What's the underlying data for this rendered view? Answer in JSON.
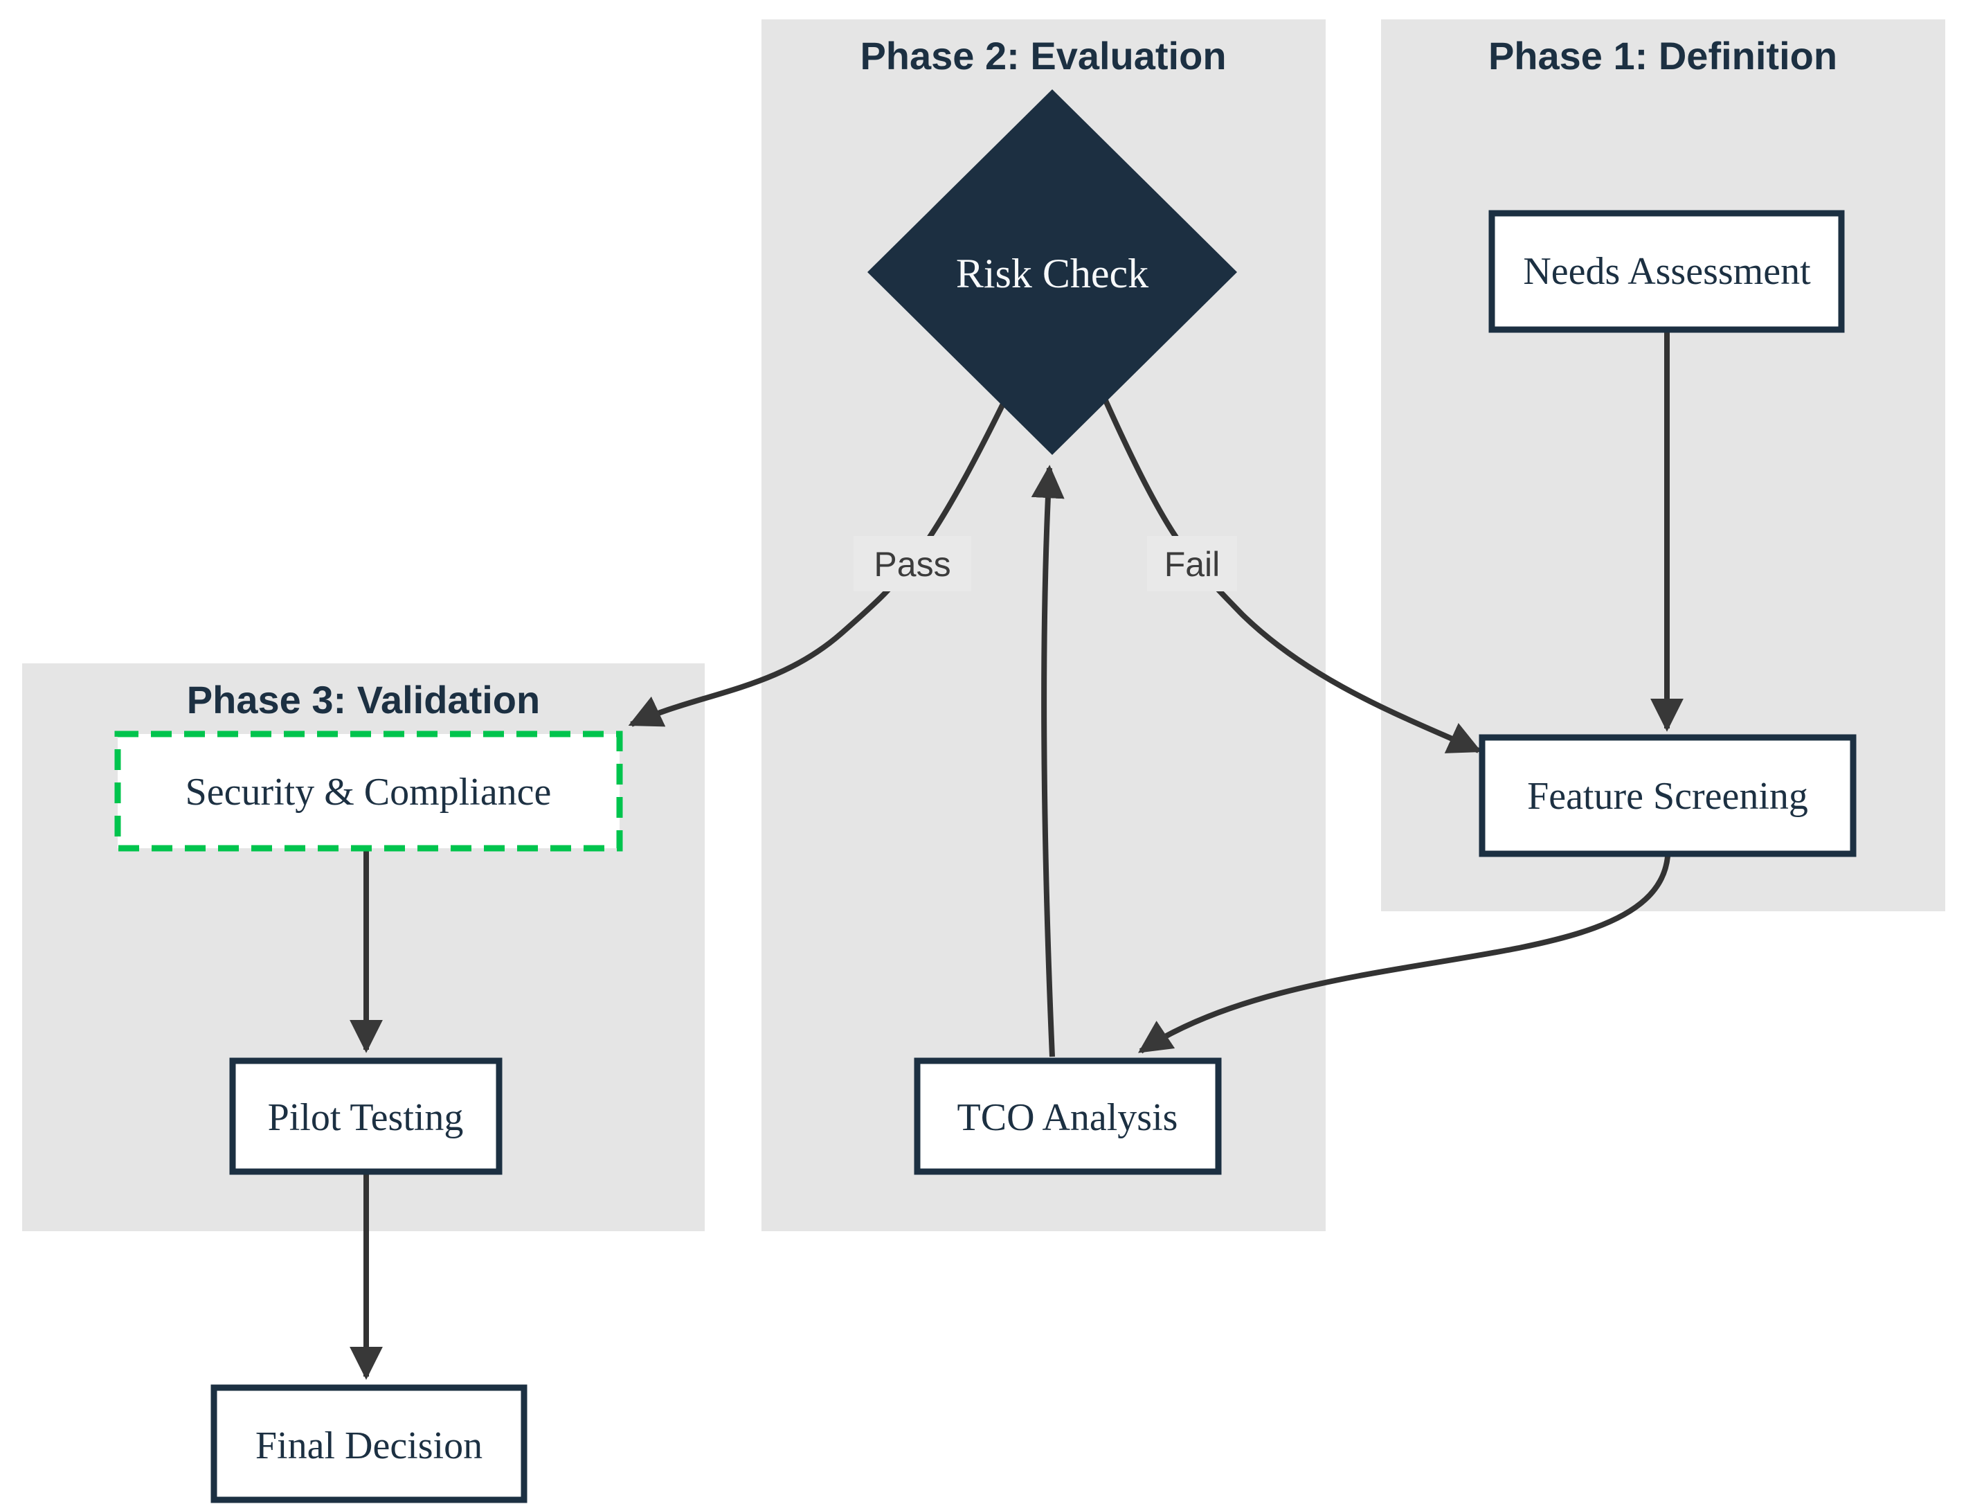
{
  "diagram": {
    "colors": {
      "background": "#ffffff",
      "container_fill": "#e5e5e5",
      "accent_navy": "#1c3042",
      "diamond_fill": "#1c2f41",
      "edge_color": "#333333",
      "green_dashed_border": "#00c44d",
      "edge_label_text": "#3c3c3c"
    },
    "containers": [
      {
        "id": "phase2",
        "title": "Phase 2: Evaluation"
      },
      {
        "id": "phase1",
        "title": "Phase 1: Definition"
      },
      {
        "id": "phase3",
        "title": "Phase 3: Validation"
      }
    ],
    "nodes": [
      {
        "id": "risk-check",
        "label": "Risk Check",
        "shape": "diamond"
      },
      {
        "id": "needs-assessment",
        "label": "Needs Assessment",
        "shape": "rect"
      },
      {
        "id": "feature-screening",
        "label": "Feature Screening",
        "shape": "rect"
      },
      {
        "id": "security-compliance",
        "label": "Security & Compliance",
        "shape": "rect-dashed"
      },
      {
        "id": "tco-analysis",
        "label": "TCO Analysis",
        "shape": "rect"
      },
      {
        "id": "pilot-testing",
        "label": "Pilot Testing",
        "shape": "rect"
      },
      {
        "id": "final-decision",
        "label": "Final Decision",
        "shape": "rect"
      }
    ],
    "edge_labels": [
      {
        "id": "pass",
        "label": "Pass"
      },
      {
        "id": "fail",
        "label": "Fail"
      }
    ],
    "edges": [
      {
        "id": "needs-to-feature",
        "from": "needs-assessment",
        "to": "feature-screening"
      },
      {
        "id": "feature-to-tco",
        "from": "feature-screening",
        "to": "tco-analysis"
      },
      {
        "id": "tco-to-risk",
        "from": "tco-analysis",
        "to": "risk-check"
      },
      {
        "id": "risk-pass-to-security",
        "from": "risk-check",
        "to": "security-compliance",
        "label": "Pass"
      },
      {
        "id": "risk-fail-to-feature",
        "from": "risk-check",
        "to": "feature-screening",
        "label": "Fail"
      },
      {
        "id": "security-to-pilot",
        "from": "security-compliance",
        "to": "pilot-testing"
      },
      {
        "id": "pilot-to-final",
        "from": "pilot-testing",
        "to": "final-decision"
      }
    ]
  }
}
